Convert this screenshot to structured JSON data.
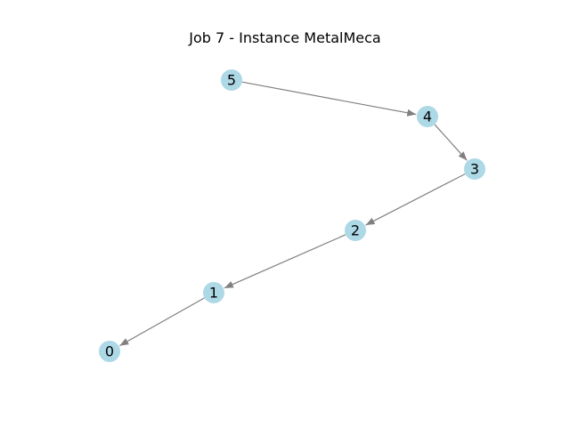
{
  "title": "Job 7 - Instance MetalMeca",
  "colors": {
    "node_fill": "#add8e6",
    "edge": "#808080",
    "label": "#000000",
    "background": "#ffffff"
  },
  "graph": {
    "nodes": [
      {
        "id": "0",
        "label": "0"
      },
      {
        "id": "1",
        "label": "1"
      },
      {
        "id": "2",
        "label": "2"
      },
      {
        "id": "3",
        "label": "3"
      },
      {
        "id": "4",
        "label": "4"
      },
      {
        "id": "5",
        "label": "5"
      }
    ],
    "edges": [
      {
        "from": "5",
        "to": "4"
      },
      {
        "from": "4",
        "to": "3"
      },
      {
        "from": "3",
        "to": "2"
      },
      {
        "from": "2",
        "to": "1"
      },
      {
        "from": "1",
        "to": "0"
      }
    ]
  }
}
